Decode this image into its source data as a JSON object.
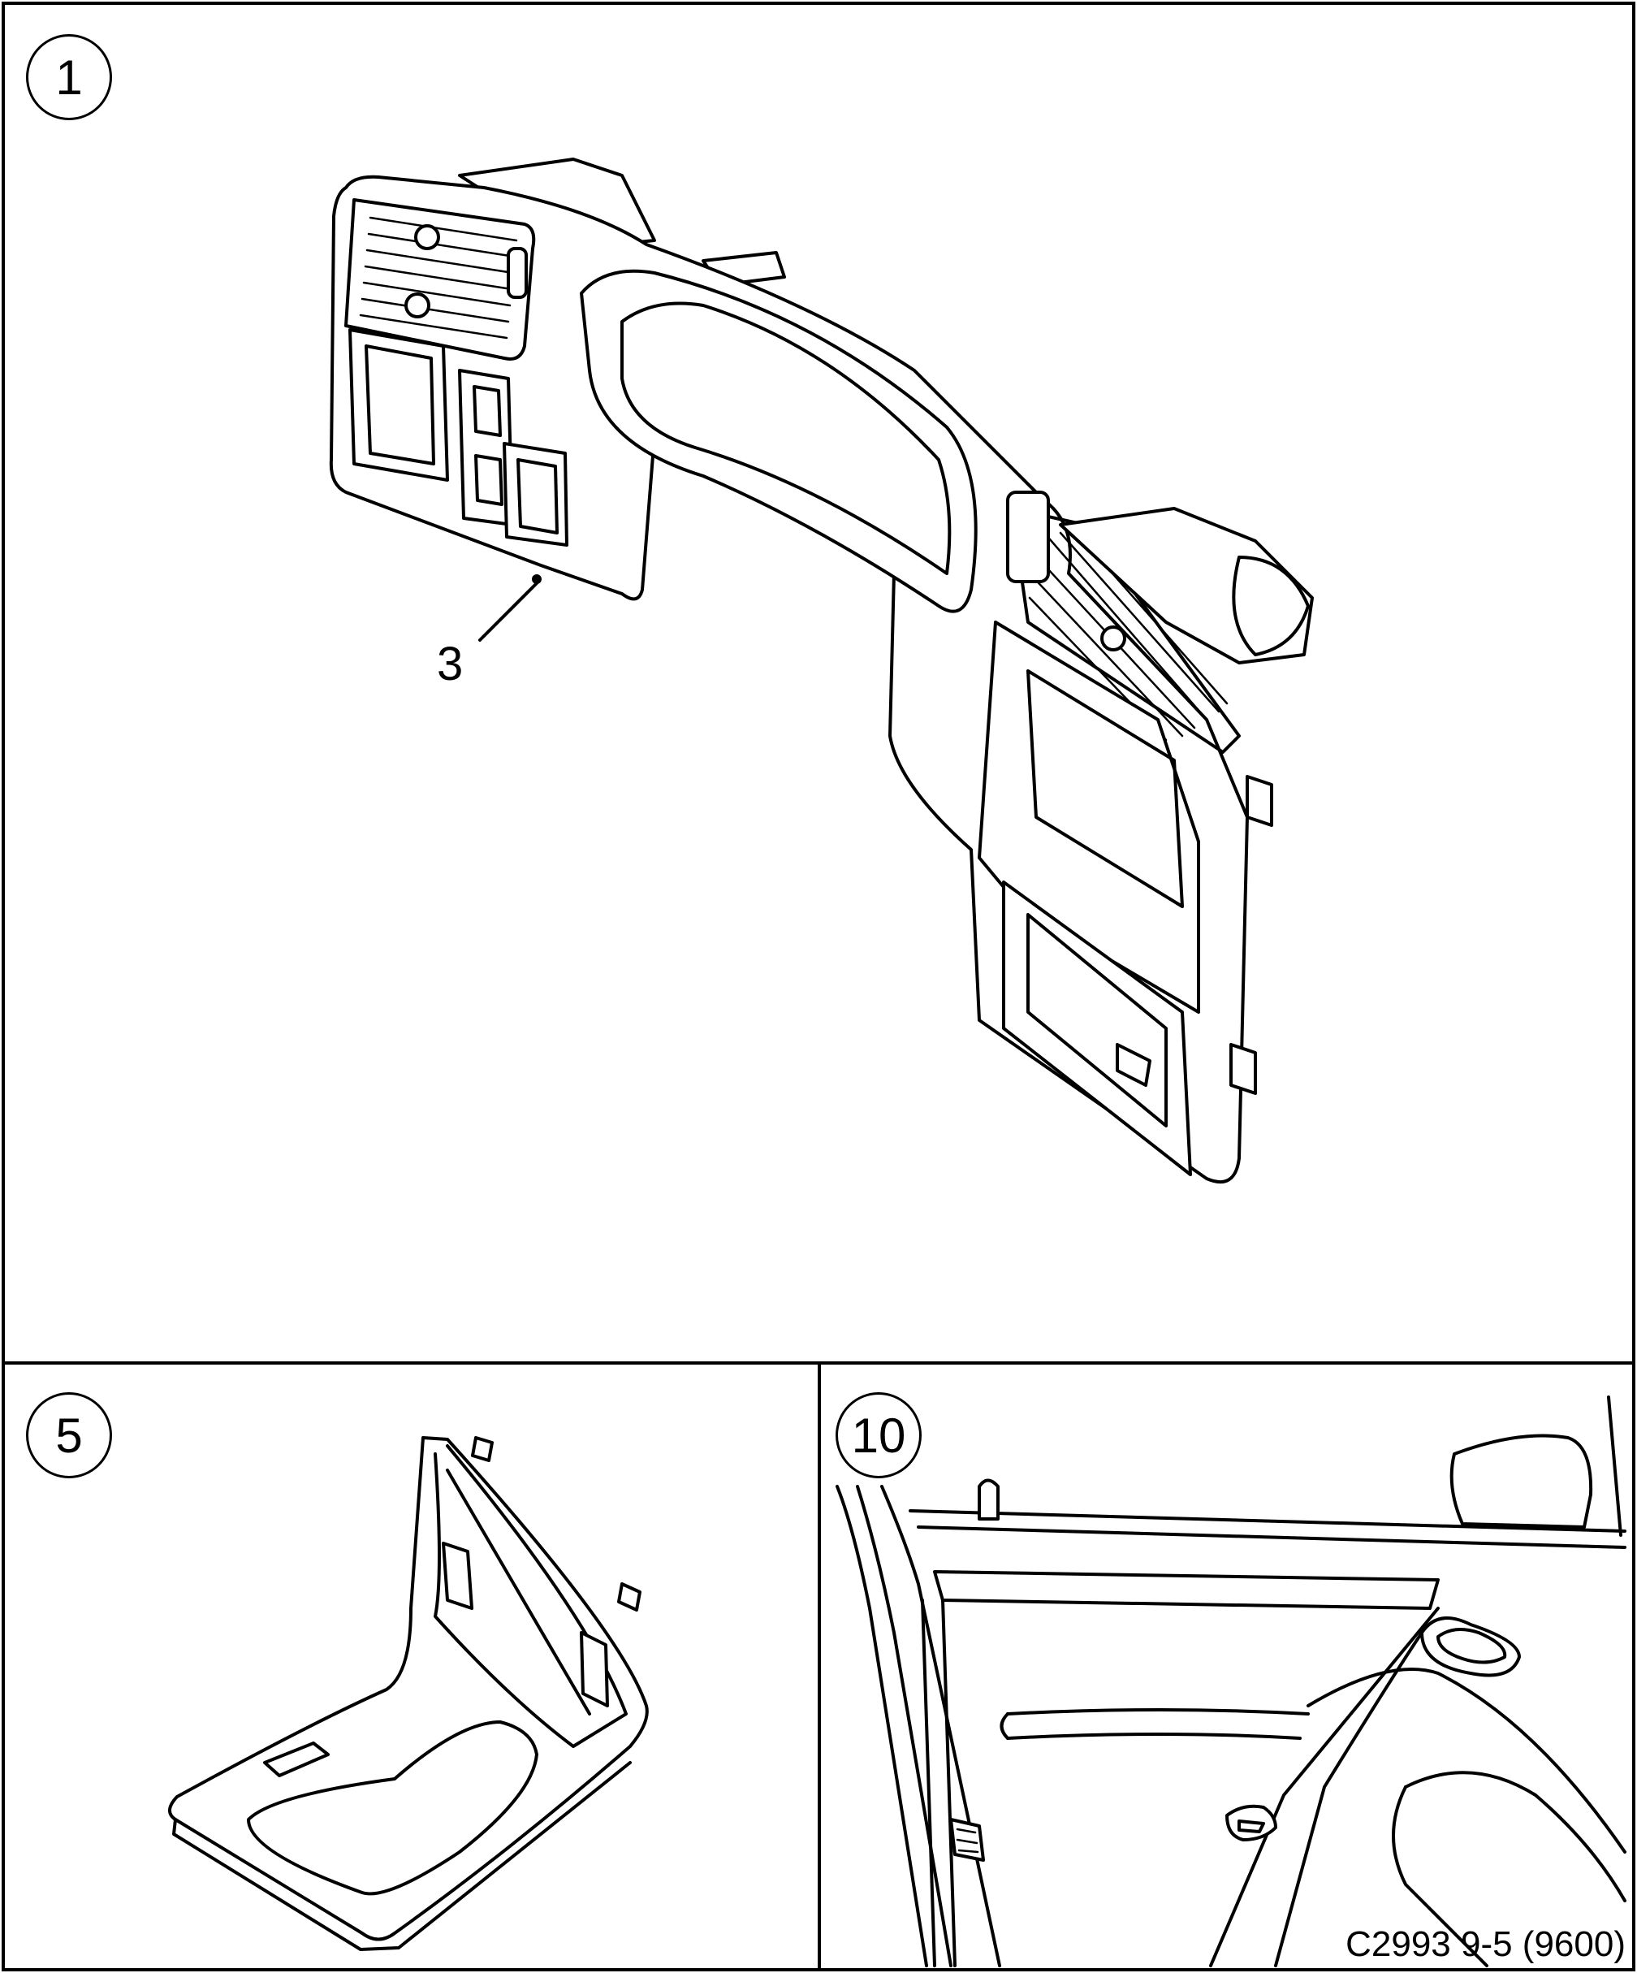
{
  "panels": [
    {
      "id": "1",
      "label": "1",
      "callout": "3"
    },
    {
      "id": "5",
      "label": "5"
    },
    {
      "id": "10",
      "label": "10"
    }
  ],
  "reference_code": "C2993 9-5 (9600)"
}
